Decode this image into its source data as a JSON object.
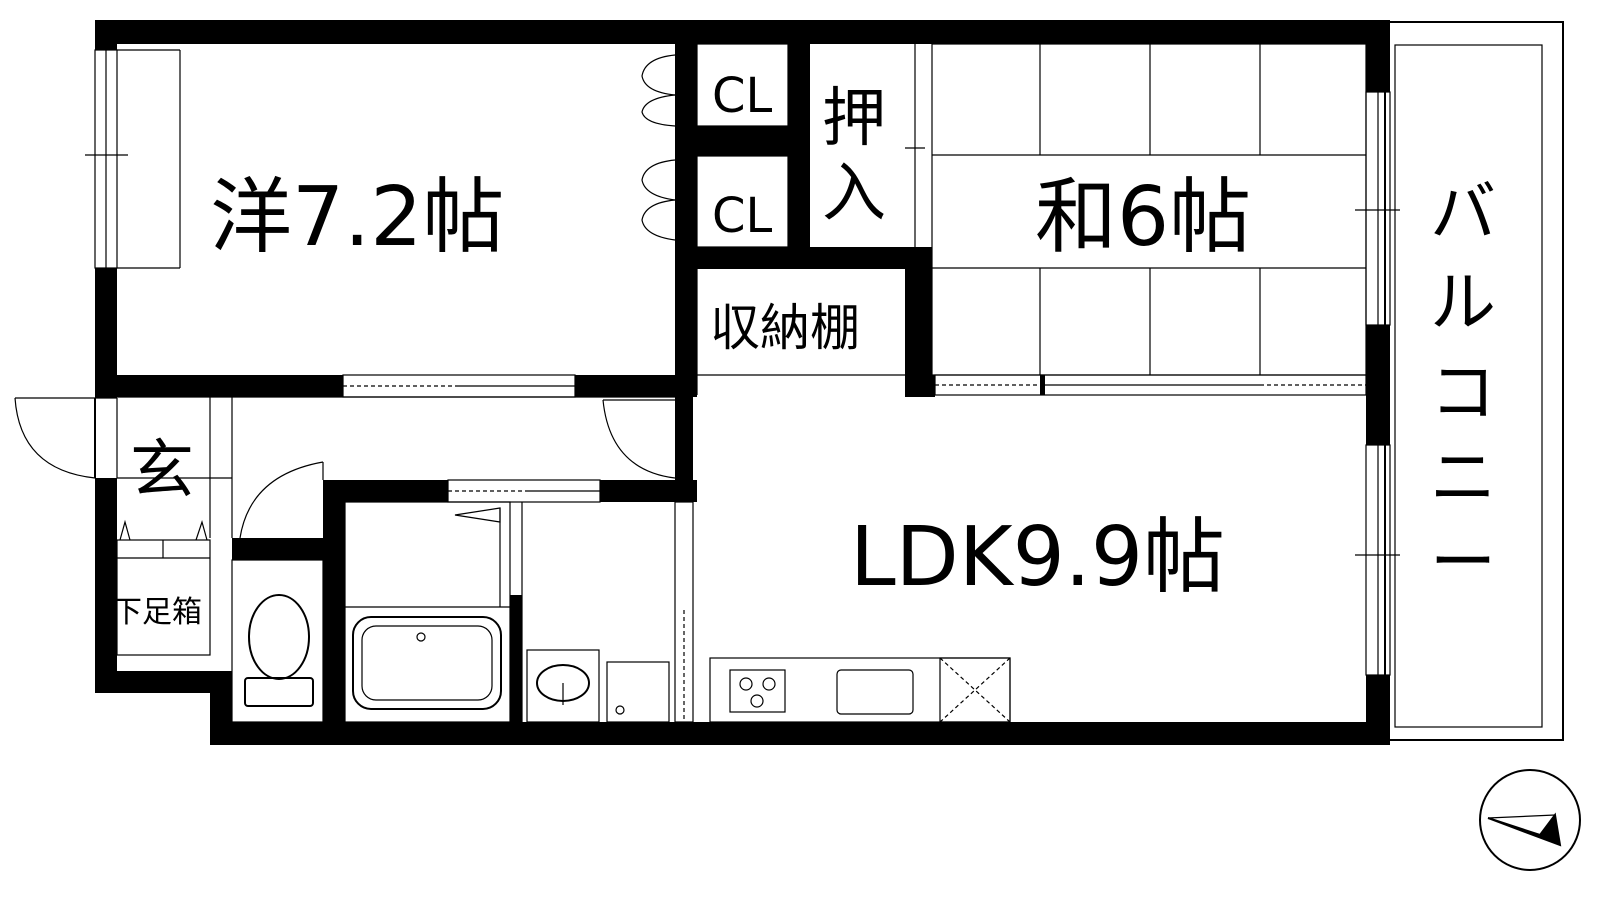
{
  "rooms": {
    "western_room": "洋7.2帖",
    "japanese_room": "和6帖",
    "ldk": "LDK9.9帖",
    "closet_1": "CL",
    "closet_2": "CL",
    "oshiire_line1": "押",
    "oshiire_line2": "入",
    "storage_shelf": "収納棚",
    "entrance": "玄",
    "shoe_box": "下足箱",
    "balcony_chars": [
      "バ",
      "ル",
      "コ",
      "ニ",
      "ー"
    ]
  },
  "colors": {
    "wall": "#000000",
    "background": "#ffffff"
  },
  "icons": {
    "compass": "north-arrow-icon",
    "stove": "gas-stove-icon",
    "sink": "kitchen-sink-icon",
    "toilet": "toilet-icon",
    "bathtub": "bathtub-icon",
    "washbasin": "washbasin-icon"
  }
}
